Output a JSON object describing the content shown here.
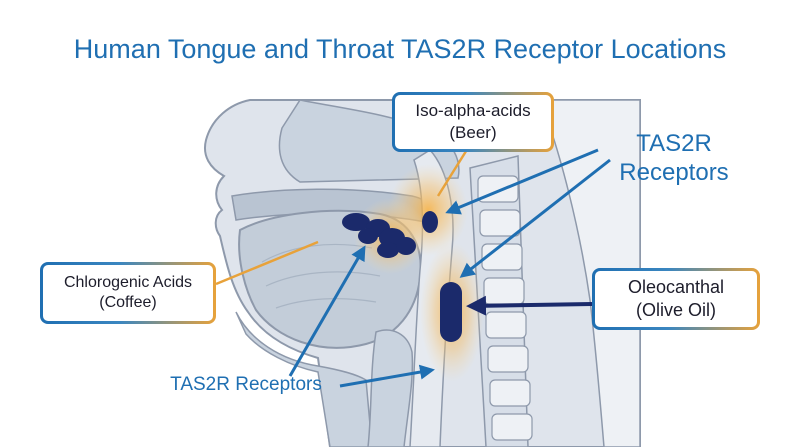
{
  "title": "Human Tongue and Throat TAS2R Receptor Locations",
  "callouts": {
    "beer": {
      "line1": "Iso-alpha-acids",
      "line2": "(Beer)"
    },
    "coffee": {
      "line1": "Chlorogenic Acids",
      "line2": "(Coffee)"
    },
    "olive": {
      "line1": "Oleocanthal",
      "line2": "(Olive Oil)"
    }
  },
  "receptor_labels": {
    "upper_line1": "TAS2R",
    "upper_line2": "Receptors",
    "lower": "TAS2R Receptors"
  },
  "colors": {
    "title_blue": "#1f6fb2",
    "receptor_navy": "#1b2a6b",
    "glow_orange": "#f0a030",
    "tissue_gray": "#c9d3df"
  }
}
